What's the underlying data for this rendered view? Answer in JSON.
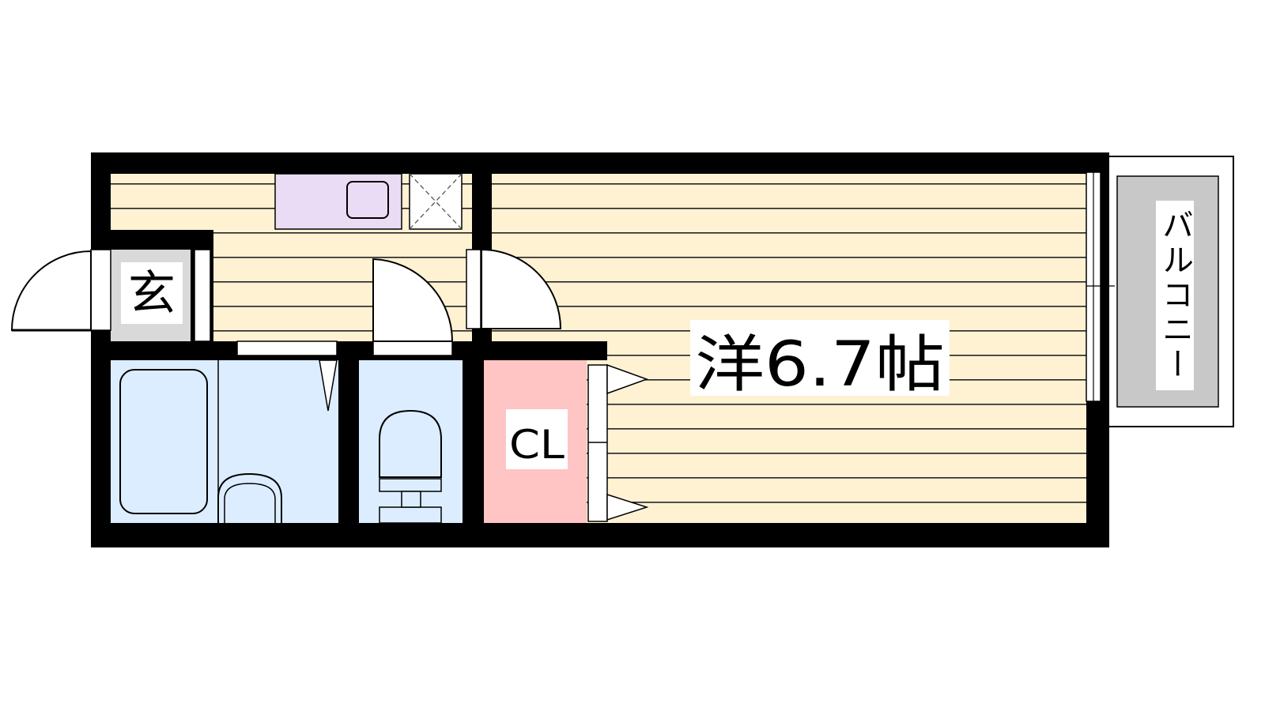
{
  "rooms": {
    "entrance": "玄",
    "closet": "CL",
    "western_room": "洋6.7帖",
    "balcony": "バルコニー"
  },
  "colors": {
    "wall": "#000000",
    "floor": "#fff2d3",
    "floor_line": "#222222",
    "entrance": "#d9d9d9",
    "wet_area": "#dcedff",
    "kitchen": "#eadcf4",
    "closet": "#ffc4c4",
    "balcony": "#c8c8c8"
  }
}
